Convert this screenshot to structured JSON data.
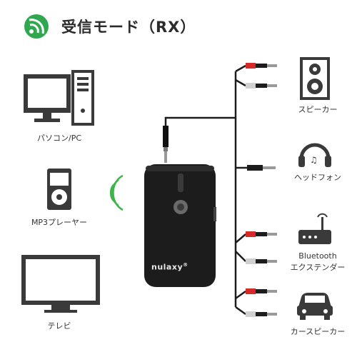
{
  "header": {
    "title": "受信モード（RX）",
    "icon": "wireless-rx-icon",
    "accent": "#2fa84f"
  },
  "sources": [
    {
      "label": "パソコン/PC",
      "icon": "computer-icon"
    },
    {
      "label": "MP3プレーヤー",
      "icon": "mp3-player-icon"
    },
    {
      "label": "テレビ",
      "icon": "tv-icon"
    }
  ],
  "device": {
    "brand": "nulaxy",
    "reg": "®"
  },
  "outputs": [
    {
      "label": "スピーカー",
      "icon": "speaker-icon"
    },
    {
      "label": "ヘッドフォン",
      "icon": "headphones-icon"
    },
    {
      "label": "Bluetooth",
      "label2": "エクステンダー",
      "icon": "router-icon"
    },
    {
      "label": "カースピーカー",
      "icon": "car-icon"
    }
  ],
  "colors": {
    "rca_red": "#d42a2a",
    "icon": "#3a3a3a",
    "wave": "#3db54a",
    "device": "#1c1c1c"
  }
}
